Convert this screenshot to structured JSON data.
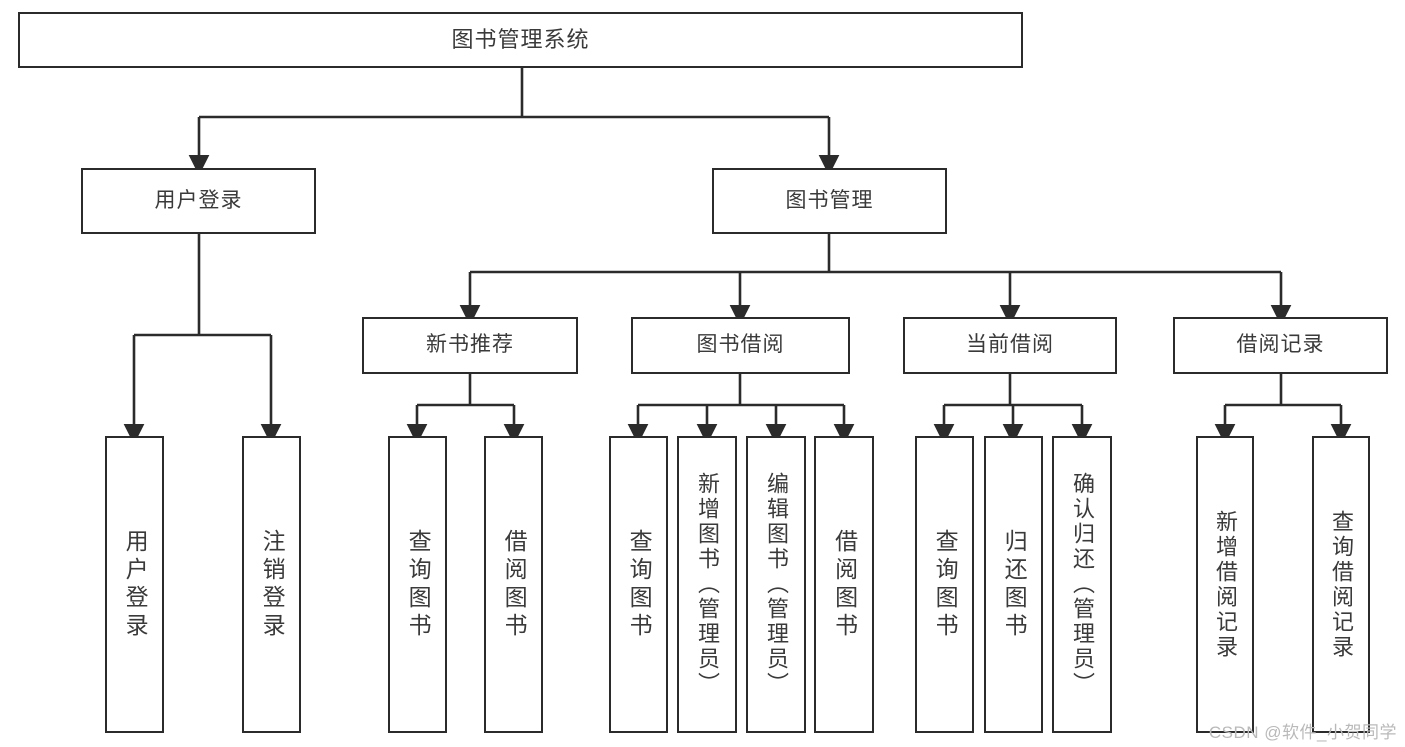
{
  "diagram": {
    "type": "tree-hierarchy-functional-decomposition",
    "root": {
      "label": "图书管理系统"
    },
    "level2": [
      {
        "label": "用户登录"
      },
      {
        "label": "图书管理"
      }
    ],
    "level3": [
      {
        "label": "新书推荐"
      },
      {
        "label": "图书借阅"
      },
      {
        "label": "当前借阅"
      },
      {
        "label": "借阅记录"
      }
    ],
    "leaves": {
      "user_login": [
        {
          "label": "用户登录"
        },
        {
          "label": "注销登录"
        }
      ],
      "new_book_recommend": [
        {
          "label": "查询图书"
        },
        {
          "label": "借阅图书"
        }
      ],
      "book_borrow": [
        {
          "label": "查询图书"
        },
        {
          "label": "新增图书（管理员）"
        },
        {
          "label": "编辑图书（管理员）"
        },
        {
          "label": "借阅图书"
        }
      ],
      "current_borrow": [
        {
          "label": "查询图书"
        },
        {
          "label": "归还图书"
        },
        {
          "label": "确认归还（管理员）"
        }
      ],
      "borrow_records": [
        {
          "label": "新增借阅记录"
        },
        {
          "label": "查询借阅记录"
        }
      ]
    }
  },
  "watermark": {
    "text": "CSDN @软件_小贺同学"
  },
  "colors": {
    "border": "#2b2b2b",
    "text": "#3a3a3a",
    "background": "#ffffff",
    "watermark": "#b9b9b9"
  }
}
